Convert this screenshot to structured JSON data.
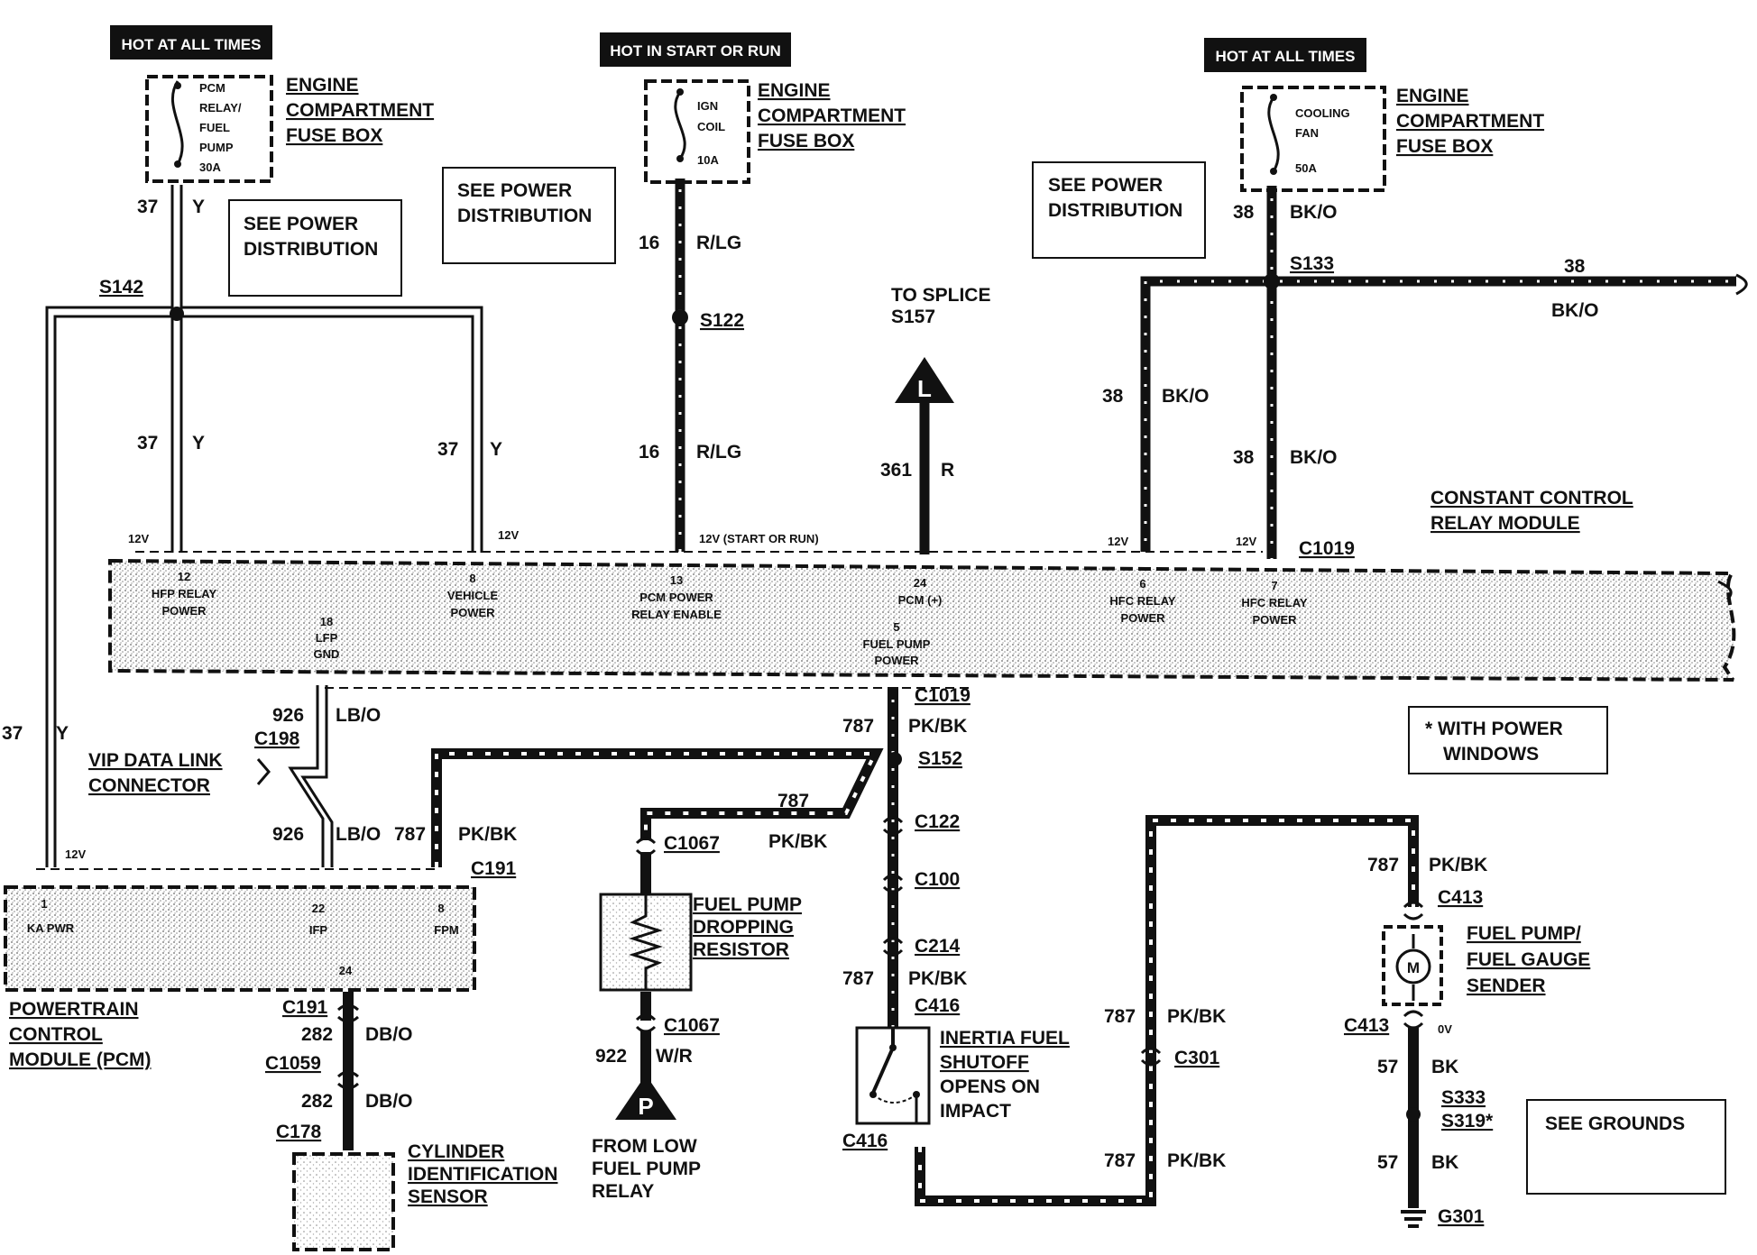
{
  "power_headers": [
    {
      "text": "HOT AT ALL TIMES"
    },
    {
      "text": "HOT IN START OR RUN"
    },
    {
      "text": "HOT AT ALL TIMES"
    }
  ],
  "fuse_boxes": [
    {
      "lines": [
        "PCM",
        "RELAY/",
        "FUEL",
        "PUMP",
        "30A"
      ],
      "title": [
        "ENGINE",
        "COMPARTMENT",
        "FUSE BOX"
      ]
    },
    {
      "lines": [
        "IGN",
        "COIL",
        "10A"
      ],
      "title": [
        "ENGINE",
        "COMPARTMENT",
        "FUSE BOX"
      ]
    },
    {
      "lines": [
        "COOLING",
        "FAN",
        "50A"
      ],
      "title": [
        "ENGINE",
        "COMPARTMENT",
        "FUSE BOX"
      ]
    }
  ],
  "see_boxes": {
    "power_dist_1": [
      "SEE POWER",
      "DISTRIBUTION"
    ],
    "power_dist_2": [
      "SEE POWER",
      "DISTRIBUTION"
    ],
    "power_dist_3": [
      "SEE POWER",
      "DISTRIBUTION"
    ],
    "grounds": "SEE GROUNDS",
    "power_windows": [
      "* WITH POWER",
      "WINDOWS"
    ]
  },
  "wires": {
    "w37a": "37",
    "w37a_color": "Y",
    "w37b": "37",
    "w37b_color": "Y",
    "w37c": "37",
    "w37c_color": "Y",
    "w37d": "37",
    "w37d_color": "Y",
    "w16a": "16",
    "w16a_color": "R/LG",
    "w16b": "16",
    "w16b_color": "R/LG",
    "w361": "361",
    "w361_color": "R",
    "w38a": "38",
    "w38a_color": "BK/O",
    "w38b": "38",
    "w38b_color": "BK/O",
    "w38c": "38",
    "w38c_color": "BK/O",
    "w38d": "38",
    "w38d_color": "BK/O",
    "w926a": "926",
    "w926a_color": "LB/O",
    "w926b": "926",
    "w926b_color": "LB/O",
    "w787a": "787",
    "w787a_color": "PK/BK",
    "w787b": "787",
    "w787b_color": "PK/BK",
    "w787c": "787",
    "w787c_color": "PK/BK",
    "w787d": "787",
    "w787d_color": "PK/BK",
    "w787e": "787",
    "w787e_color": "PK/BK",
    "w787f": "787",
    "w787f_color": "PK/BK",
    "w787g": "787",
    "w787g_color": "PK/BK",
    "w282a": "282",
    "w282a_color": "DB/O",
    "w282b": "282",
    "w282b_color": "DB/O",
    "w922": "922",
    "w922_color": "W/R",
    "w57a": "57",
    "w57a_color": "BK",
    "w57b": "57",
    "w57b_color": "BK"
  },
  "splices": {
    "s142": "S142",
    "s122": "S122",
    "s133": "S133",
    "s152": "S152",
    "s333": "S333",
    "s319": "S319*",
    "g301": "G301"
  },
  "connectors": {
    "c1019_top": "C1019",
    "c1019_bot": "C1019",
    "c198": "C198",
    "c191_a": "C191",
    "c191_b": "C191",
    "c1059": "C1059",
    "c178": "C178",
    "c1067_a": "C1067",
    "c1067_b": "C1067",
    "c122": "C122",
    "c100": "C100",
    "c214": "C214",
    "c416_a": "C416",
    "c416_b": "C416",
    "c301": "C301",
    "c413_a": "C413",
    "c413_b": "C413"
  },
  "voltages": {
    "v12_1": "12V",
    "v12_2": "12V",
    "v12_sr": "12V (START OR RUN)",
    "v12_4": "12V",
    "v12_5": "12V",
    "v12_pcm": "12V",
    "v0": "0V"
  },
  "to_splice": [
    "TO SPLICE",
    "S157"
  ],
  "callout_L": "L",
  "callout_P": "P",
  "ccrm": {
    "title": [
      "CONSTANT CONTROL",
      "RELAY MODULE"
    ],
    "pins": [
      {
        "num": "12",
        "name": [
          "HFP RELAY",
          "POWER"
        ]
      },
      {
        "num": "18",
        "name": [
          "LFP",
          "GND"
        ]
      },
      {
        "num": "8",
        "name": [
          "VEHICLE",
          "POWER"
        ]
      },
      {
        "num": "13",
        "name": [
          "PCM POWER",
          "RELAY ENABLE"
        ]
      },
      {
        "num": "24",
        "name": [
          "PCM (+)"
        ]
      },
      {
        "num": "5",
        "name": [
          "FUEL PUMP",
          "POWER"
        ]
      },
      {
        "num": "6",
        "name": [
          "HFC RELAY",
          "POWER"
        ]
      },
      {
        "num": "7",
        "name": [
          "HFC RELAY",
          "POWER"
        ]
      }
    ]
  },
  "pcm": {
    "title": [
      "POWERTRAIN",
      "CONTROL",
      "MODULE (PCM)"
    ],
    "pins": [
      {
        "num": "1",
        "name": "KA PWR"
      },
      {
        "num": "22",
        "name": "IFP"
      },
      {
        "num": "8",
        "name": "FPM"
      },
      {
        "num": "24",
        "name": ""
      }
    ]
  },
  "components": {
    "vip": [
      "VIP DATA LINK",
      "CONNECTOR"
    ],
    "resistor": [
      "FUEL PUMP",
      "DROPPING",
      "RESISTOR"
    ],
    "from_relay": [
      "FROM LOW",
      "FUEL PUMP",
      "RELAY"
    ],
    "inertia": [
      "INERTIA FUEL",
      "SHUTOFF",
      "OPENS ON",
      "IMPACT"
    ],
    "sender": [
      "FUEL PUMP/",
      "FUEL GAUGE",
      "SENDER"
    ],
    "cyl_sensor": [
      "CYLINDER",
      "IDENTIFICATION",
      "SENSOR"
    ],
    "motor": "M"
  }
}
